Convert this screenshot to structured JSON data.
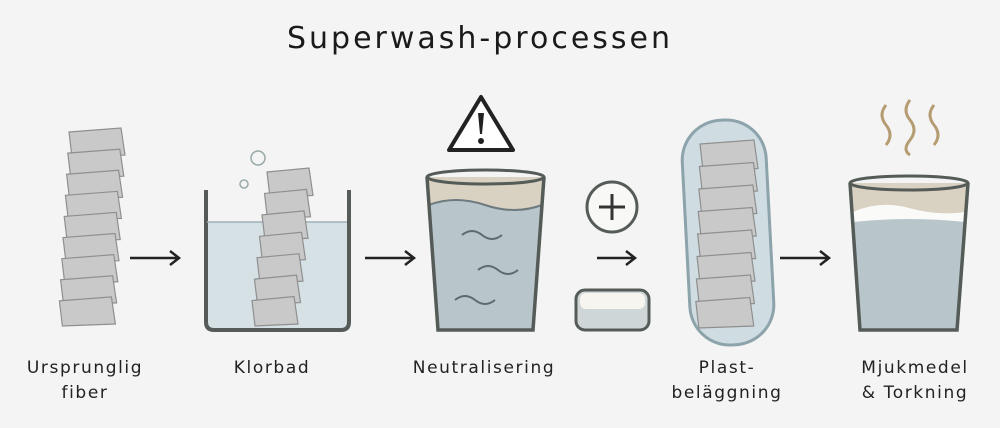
{
  "title": "Superwash-processen",
  "steps": [
    {
      "line1": "Ursprunglig",
      "line2": "fiber"
    },
    {
      "line1": "Klorbad"
    },
    {
      "line1": "Neutralisering"
    },
    {
      "line1": "Plast-",
      "line2": "beläggning"
    },
    {
      "line1": "Mjukmedel",
      "line2": "& Torkning"
    }
  ],
  "icons": [
    "fiber-icon",
    "chlorine-bath-icon",
    "warning-icon",
    "glass-water-icon",
    "plus-icon",
    "pill-icon",
    "coated-fiber-icon",
    "steam-icon",
    "glass-softener-icon",
    "arrow-right-icon"
  ],
  "colors": {
    "background": "#f3f4f3",
    "water": "#b8c6cc",
    "fiber": "#c9c9c9",
    "outline": "#555c58"
  }
}
